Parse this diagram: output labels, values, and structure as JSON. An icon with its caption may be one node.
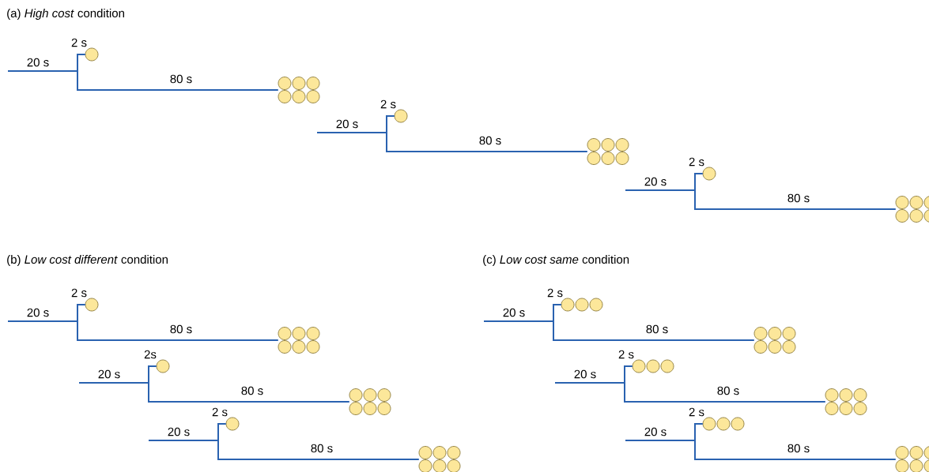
{
  "diagram": {
    "nodes": [
      {
        "text": [],
        "shape": "circle"
      },
      {
        "text": [],
        "shape": "circle"
      },
      {
        "text": [],
        "shape": "circle"
      },
      {
        "text": [],
        "shape": "circle"
      },
      {
        "text": [],
        "shape": "circle"
      },
      {
        "text": [],
        "shape": "circle"
      },
      {
        "text": [],
        "shape": "circle"
      },
      {
        "text": [],
        "shape": "circle"
      },
      {
        "text": [],
        "shape": "circle"
      },
      {
        "text": [],
        "shape": "circle"
      },
      {
        "text": [],
        "shape": "circle"
      },
      {
        "text": [],
        "shape": "circle"
      },
      {
        "text": [],
        "shape": "circle"
      },
      {
        "text": [],
        "shape": "circle"
      },
      {
        "text": [],
        "shape": "circle"
      },
      {
        "text": [],
        "shape": "circle"
      },
      {
        "text": [],
        "shape": "circle"
      },
      {
        "text": [],
        "shape": "circle"
      }
    ],
    "edges": [
      {
        "from": null,
        "to": 0,
        "arrow": "none",
        "label": "2 s"
      },
      {
        "from": null,
        "to": 1,
        "arrow": "none",
        "label": "80 s"
      },
      {
        "from": null,
        "to": 2,
        "arrow": "none",
        "label": "2 s"
      },
      {
        "from": null,
        "to": 3,
        "arrow": "none",
        "label": "80 s"
      },
      {
        "from": null,
        "to": 4,
        "arrow": "none",
        "label": "2 s"
      },
      {
        "from": null,
        "to": 5,
        "arrow": "none",
        "label": "80 s"
      },
      {
        "from": null,
        "to": 6,
        "arrow": "none",
        "label": "2 s"
      },
      {
        "from": null,
        "to": 7,
        "arrow": "none",
        "label": "80 s"
      },
      {
        "from": null,
        "to": 8,
        "arrow": "none",
        "label": "2s"
      },
      {
        "from": null,
        "to": 9,
        "arrow": "none",
        "label": "80 s"
      },
      {
        "from": null,
        "to": 10,
        "arrow": "none",
        "label": "2 s"
      },
      {
        "from": null,
        "to": 11,
        "arrow": "none",
        "label": "80 s"
      },
      {
        "from": null,
        "to": 12,
        "arrow": "none",
        "label": "2 s"
      },
      {
        "from": null,
        "to": 13,
        "arrow": "none",
        "label": "80 s"
      },
      {
        "from": null,
        "to": 14,
        "arrow": "none",
        "label": "2 s"
      },
      {
        "from": null,
        "to": 15,
        "arrow": "none",
        "label": "80 s"
      },
      {
        "from": null,
        "to": 16,
        "arrow": "none",
        "label": "2 s"
      },
      {
        "from": null,
        "to": 17,
        "arrow": "none",
        "label": "80 s"
      }
    ],
    "labels": [
      "(a) *High cost* condition",
      "20 s",
      "20 s",
      "20 s",
      "(b) *Low cost different* condition",
      "(c) *Low cost same* condition",
      "20 s",
      "20 s",
      "20 s",
      "20 s",
      "20 s",
      "20 s"
    ]
  }
}
